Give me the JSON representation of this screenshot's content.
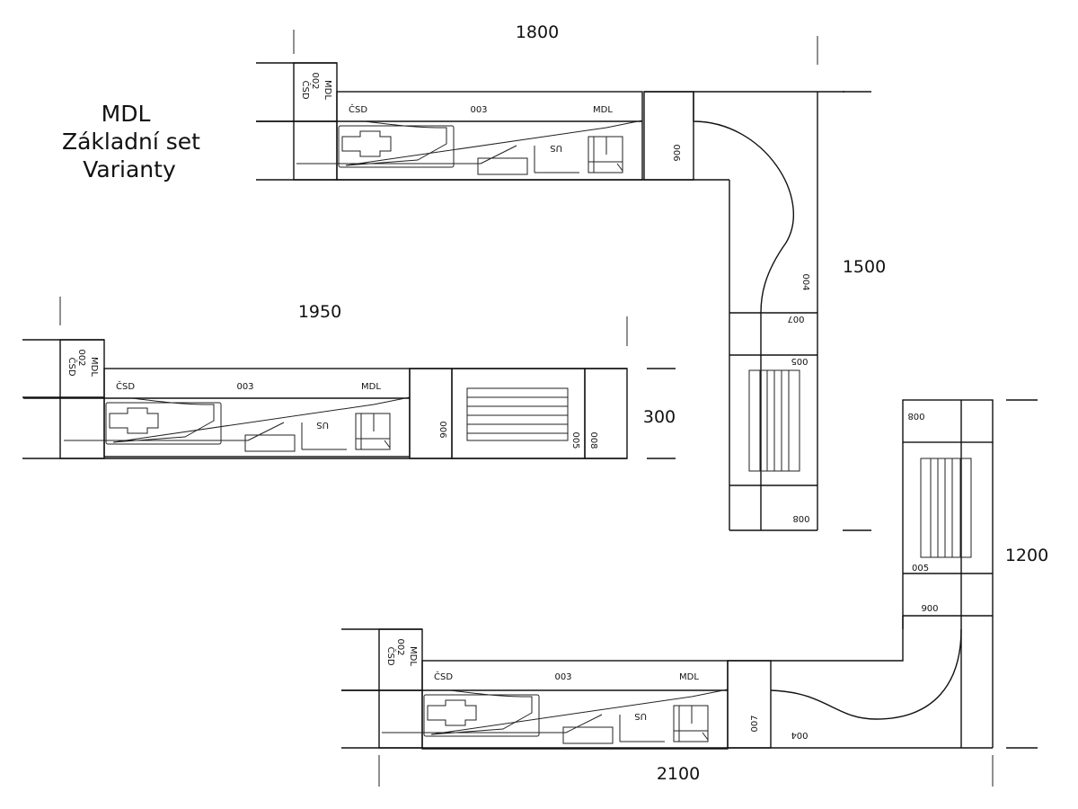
{
  "title": {
    "line1": "MDL",
    "line2": "Základní set",
    "line3": "Varianty"
  },
  "dimensions": {
    "top": "1800",
    "right_top": "1500",
    "left": "1950",
    "left_height": "300",
    "right_bottom": "1200",
    "bottom": "2100"
  },
  "module_003": {
    "left_label": "ČSD",
    "center_label": "003",
    "right_label": "MDL",
    "station_label": "US"
  },
  "module_002": {
    "label_a": "ČSD",
    "label_b": "002",
    "label_c": "MDL"
  },
  "layout_top": {
    "m006": "006",
    "m004": "004",
    "m007": "007",
    "m005": "005",
    "m008": "008"
  },
  "layout_left": {
    "m006": "006",
    "m005": "005",
    "m008": "008"
  },
  "layout_bottom": {
    "m008": "008",
    "m005": "005",
    "m006": "006",
    "m007": "007",
    "m004": "004"
  }
}
